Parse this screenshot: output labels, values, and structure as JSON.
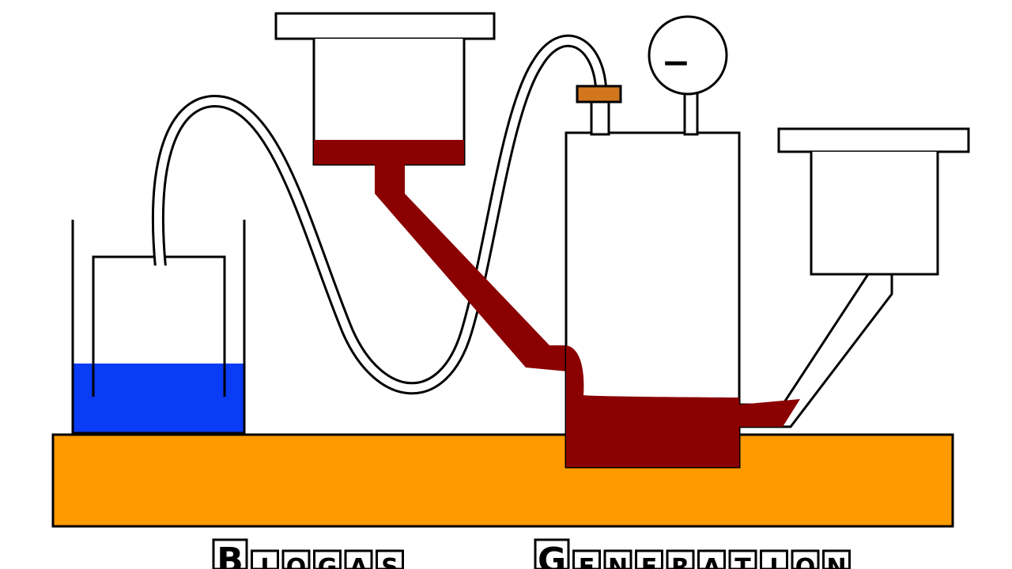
{
  "title": {
    "words": [
      {
        "letters": [
          "B",
          "I",
          "O",
          "G",
          "A",
          "S"
        ]
      },
      {
        "letters": [
          "G",
          "E",
          "N",
          "E",
          "R",
          "A",
          "T",
          "I",
          "O",
          "N"
        ]
      }
    ]
  },
  "gauge": {
    "symbol": "−"
  },
  "colors": {
    "slurry": "#8b0000",
    "water": "#0a3cf5",
    "base": "#ff9a00",
    "valve": "#d2761e",
    "outline": "#000000",
    "background": "#ffffff"
  }
}
